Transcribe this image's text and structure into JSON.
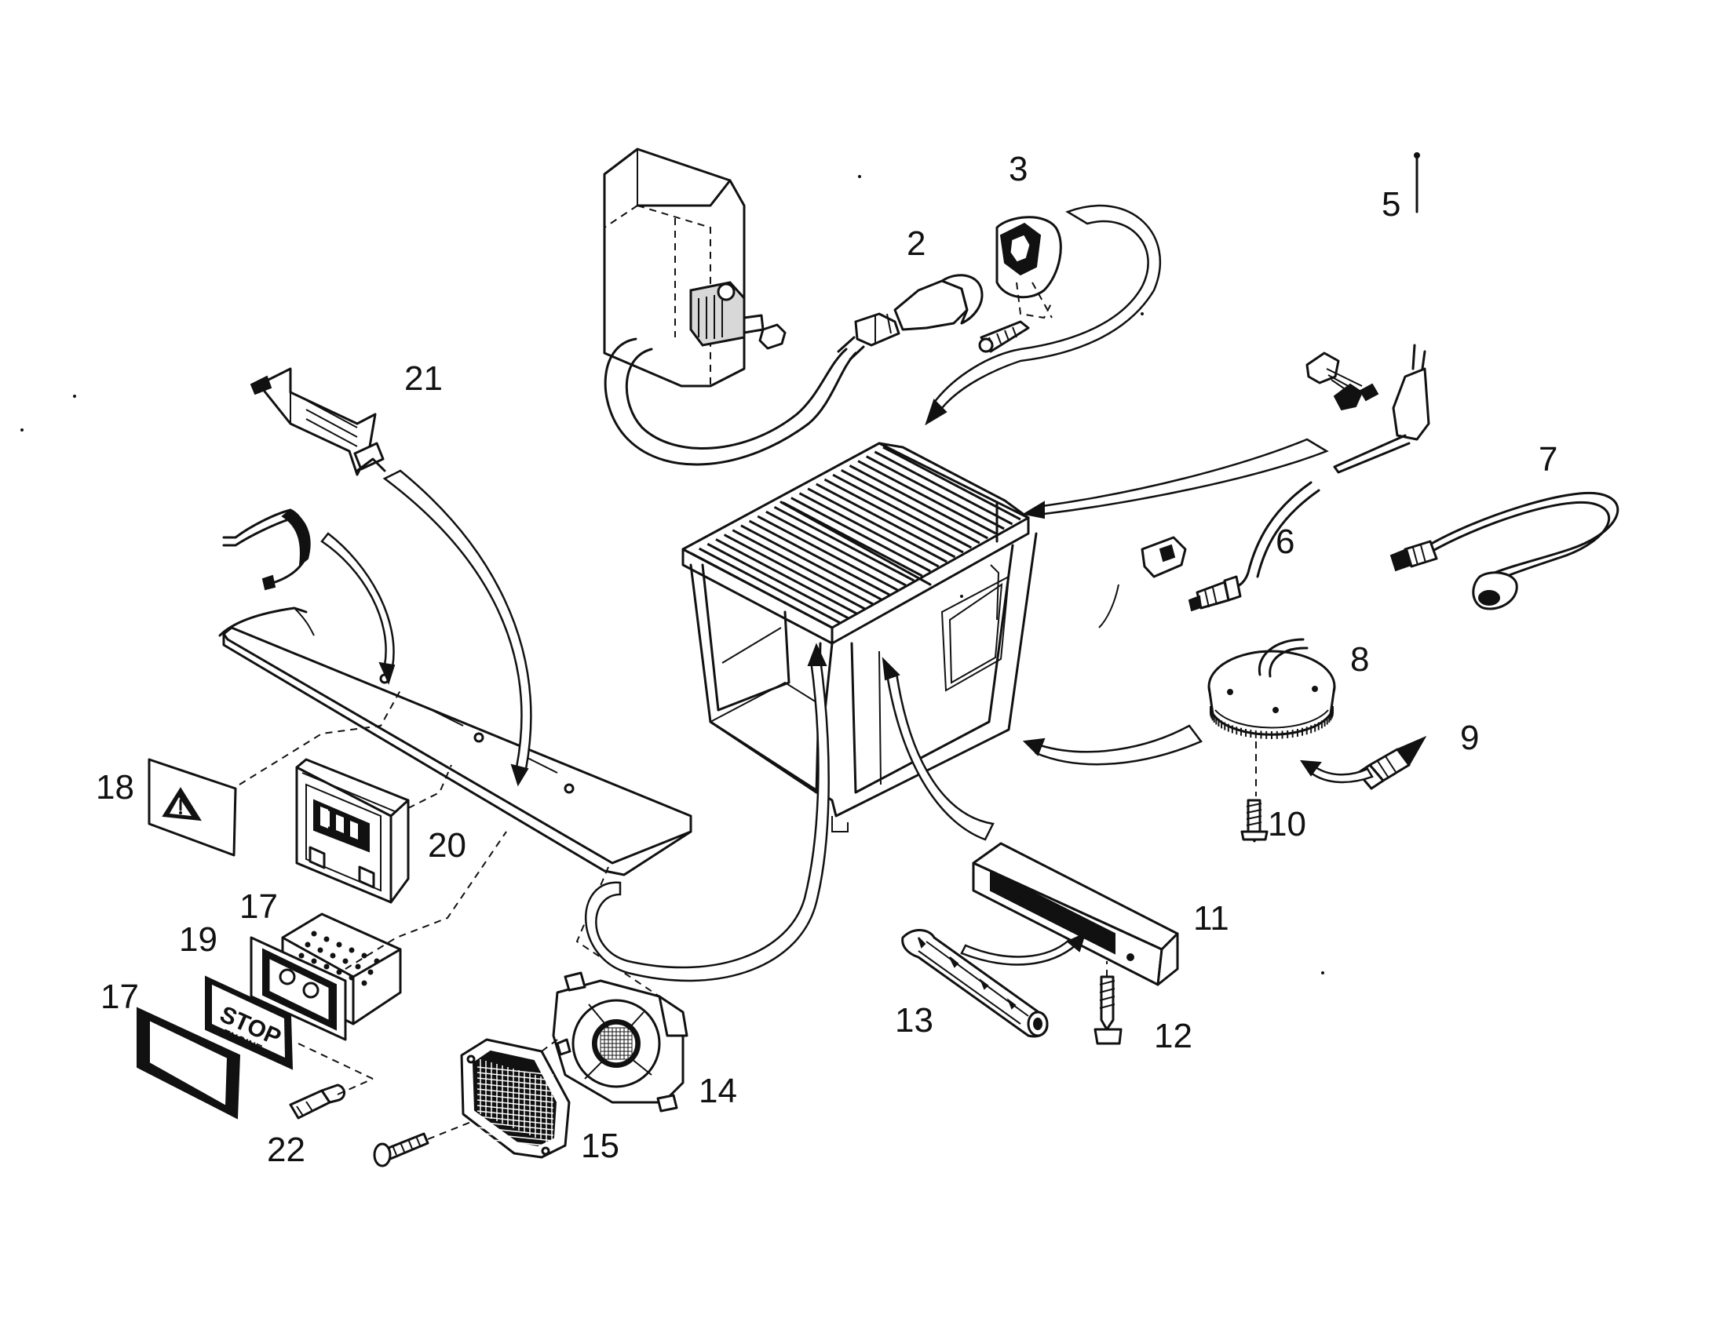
{
  "callouts": [
    {
      "id": "2",
      "text": "2"
    },
    {
      "id": "3",
      "text": "3"
    },
    {
      "id": "5",
      "text": "5"
    },
    {
      "id": "6",
      "text": "6"
    },
    {
      "id": "7",
      "text": "7"
    },
    {
      "id": "8",
      "text": "8"
    },
    {
      "id": "9",
      "text": "9"
    },
    {
      "id": "10",
      "text": "10"
    },
    {
      "id": "11",
      "text": "11"
    },
    {
      "id": "12",
      "text": "12"
    },
    {
      "id": "13",
      "text": "13"
    },
    {
      "id": "14",
      "text": "14"
    },
    {
      "id": "15",
      "text": "15"
    },
    {
      "id": "17a",
      "text": "17"
    },
    {
      "id": "17b",
      "text": "17"
    },
    {
      "id": "18",
      "text": "18"
    },
    {
      "id": "19",
      "text": "19"
    },
    {
      "id": "20",
      "text": "20"
    },
    {
      "id": "21",
      "text": "21"
    },
    {
      "id": "22",
      "text": "22"
    }
  ],
  "decals": {
    "stop_line1": "STOP",
    "stop_line2": "ENGINE"
  }
}
